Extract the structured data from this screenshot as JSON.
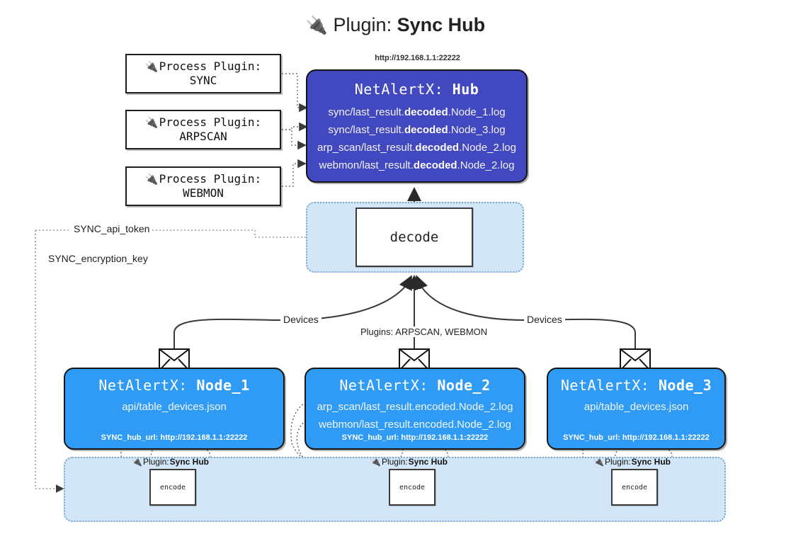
{
  "page": {
    "title_icon": "plug-icon",
    "title_prefix": "Plugin:",
    "title_name": "Sync Hub",
    "colors": {
      "hub_fill": "#4248bf",
      "node_fill": "#2f9bf5",
      "container_fill": "#d3e6f8",
      "container_border": "#7aa7cc",
      "box_border": "#151515",
      "background": "#ffffff"
    }
  },
  "process_plugins": [
    {
      "icon": "plug-icon",
      "line1": "Process Plugin:",
      "line2": "SYNC"
    },
    {
      "icon": "plug-icon",
      "line1": "Process Plugin:",
      "line2": "ARPSCAN"
    },
    {
      "icon": "plug-icon",
      "line1": "Process Plugin:",
      "line2": "WEBMON"
    }
  ],
  "hub": {
    "url": "http://192.168.1.1:22222",
    "title_prefix": "NetAlertX:",
    "title_name": "Hub",
    "log_lines": [
      {
        "pre": "sync/last_result.",
        "strong": "decoded",
        "post": ".Node_1.log"
      },
      {
        "pre": "sync/last_result.",
        "strong": "decoded",
        "post": ".Node_3.log"
      },
      {
        "pre": "arp_scan/last_result.",
        "strong": "decoded",
        "post": ".Node_2.log"
      },
      {
        "pre": "webmon/last_result.",
        "strong": "decoded",
        "post": ".Node_2.log"
      }
    ]
  },
  "decode": {
    "label": "decode"
  },
  "secrets": {
    "api_token_label": "SYNC_api_token",
    "encryption_key_label": "SYNC_encryption_key"
  },
  "flow_labels": {
    "devices_left": "Devices",
    "devices_right": "Devices",
    "plugins_center": "Plugins: ARPSCAN, WEBMON"
  },
  "nodes": [
    {
      "title_prefix": "NetAlertX:",
      "title_name": "Node_1",
      "lines": [
        "api/table_devices.json"
      ],
      "hub_url_label": "SYNC_hub_url: http://192.168.1.1:22222",
      "envelope_icon": "envelope-icon"
    },
    {
      "title_prefix": "NetAlertX:",
      "title_name": "Node_2",
      "lines": [
        "arp_scan/last_result.encoded.Node_2.log",
        "webmon/last_result.encoded.Node_2.log"
      ],
      "hub_url_label": "SYNC_hub_url: http://192.168.1.1:22222",
      "envelope_icon": "envelope-icon"
    },
    {
      "title_prefix": "NetAlertX:",
      "title_name": "Node_3",
      "lines": [
        "api/table_devices.json"
      ],
      "hub_url_label": "SYNC_hub_url: http://192.168.1.1:22222",
      "envelope_icon": "envelope-icon"
    }
  ],
  "encoders": [
    {
      "icon": "plug-icon",
      "caption_prefix": "Plugin:",
      "caption_name": "Sync Hub",
      "label": "encode"
    },
    {
      "icon": "plug-icon",
      "caption_prefix": "Plugin:",
      "caption_name": "Sync Hub",
      "label": "encode"
    },
    {
      "icon": "plug-icon",
      "caption_prefix": "Plugin:",
      "caption_name": "Sync Hub",
      "label": "encode"
    }
  ]
}
